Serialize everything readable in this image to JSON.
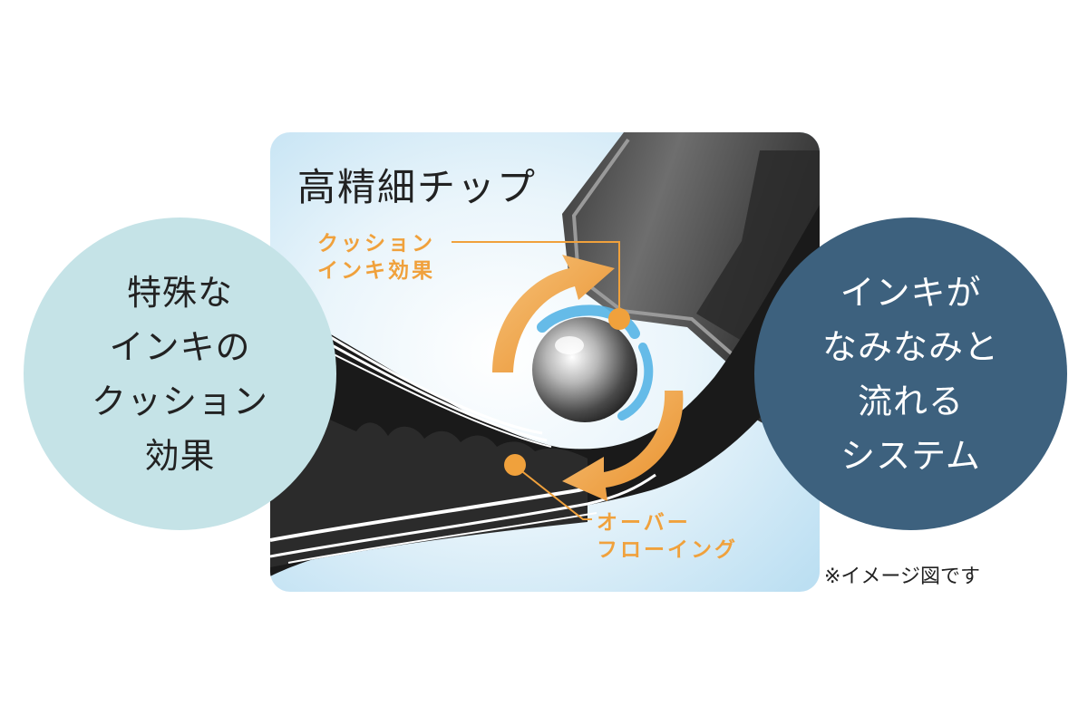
{
  "panel": {
    "title": "高精細チップ",
    "callout_cushion": {
      "line1": "クッション",
      "line2": "インキ効果"
    },
    "callout_overflow": {
      "line1": "オーバー",
      "line2": "フローイング"
    }
  },
  "left_circle": {
    "lines": [
      "特殊な",
      "インキの",
      "クッション",
      "効果"
    ]
  },
  "right_circle": {
    "lines": [
      "インキが",
      "なみなみと",
      "流れる",
      "システム"
    ]
  },
  "note": "※イメージ図です",
  "colors": {
    "orange_accent": "#f0a13c",
    "left_circle_fill": "#c5e3e7",
    "right_circle_fill": "#3d617e",
    "panel_light": "#ffffff",
    "panel_blue": "#bcdff2",
    "ink_dark": "#1a1a1a",
    "ring_blue": "#55b4e6"
  }
}
